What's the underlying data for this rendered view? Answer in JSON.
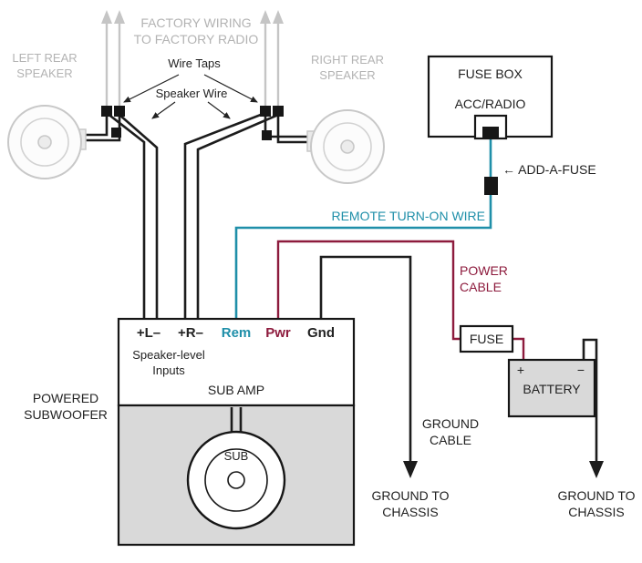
{
  "colors": {
    "teal": "#1f8fa9",
    "maroon": "#8d1b3d",
    "gray-text": "#b3b3b3",
    "gray-line": "#c5c5c5",
    "panel-gray": "#d9d9d9"
  },
  "factory": {
    "wiring": "FACTORY WIRING\nTO FACTORY RADIO",
    "wire_taps": "Wire Taps",
    "speaker_wire": "Speaker Wire"
  },
  "speakers": {
    "left": "LEFT REAR\nSPEAKER",
    "right": "RIGHT REAR\nSPEAKER"
  },
  "fuse_box": {
    "title": "FUSE BOX",
    "slot": "ACC/RADIO",
    "add_a_fuse": "← ADD-A-FUSE"
  },
  "wires": {
    "remote": "REMOTE TURN-ON WIRE",
    "power": "POWER\nCABLE",
    "ground": "GROUND\nCABLE"
  },
  "amp": {
    "terminals": [
      "+L–",
      "+R–",
      "Rem",
      "Pwr",
      "Gnd"
    ],
    "inputs": "Speaker-level\nInputs",
    "title": "SUB AMP",
    "device": "POWERED\nSUBWOOFER",
    "sub": "SUB"
  },
  "power": {
    "fuse": "FUSE",
    "battery": "BATTERY",
    "plus": "+",
    "minus": "−"
  },
  "grounds": {
    "left": "GROUND TO\nCHASSIS",
    "right": "GROUND TO\nCHASSIS"
  }
}
